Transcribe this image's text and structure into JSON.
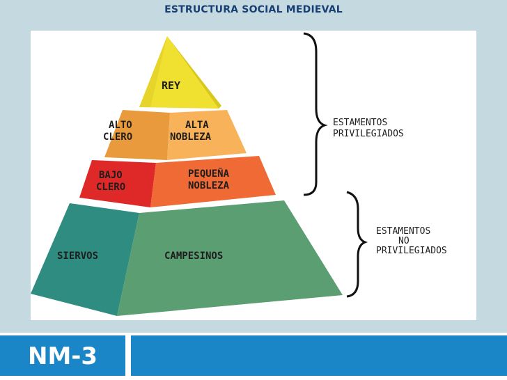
{
  "slide": {
    "title": "ESTRUCTURA SOCIAL MEDIEVAL",
    "footer_label": "NM-3"
  },
  "pyramid": {
    "tiers": [
      {
        "name": "rey",
        "labels": [
          "REY"
        ],
        "colors": {
          "front": "#f0e030",
          "side": "#d8c81a"
        }
      },
      {
        "name": "alto",
        "labels": [
          "ALTO\nCLERO",
          "ALTA\nNOBLEZA"
        ],
        "colors": {
          "front": "#f5a84a",
          "side": "#e08f33"
        }
      },
      {
        "name": "bajo",
        "labels": [
          "BAJO\nCLERO",
          "PEQUEÑA\nNOBLEZA"
        ],
        "colors": {
          "front": "#f06a35",
          "side": "#df2828"
        }
      },
      {
        "name": "base",
        "labels": [
          "SIERVOS",
          "CAMPESINOS"
        ],
        "colors": {
          "front": "#5b9e72",
          "side": "#2e8c80"
        }
      }
    ]
  },
  "groups": {
    "privileged": [
      "ESTAMENTOS",
      "PRIVILEGIADOS"
    ],
    "non_privileged": [
      "ESTAMENTOS",
      "NO",
      "PRIVILEGIADOS"
    ]
  }
}
